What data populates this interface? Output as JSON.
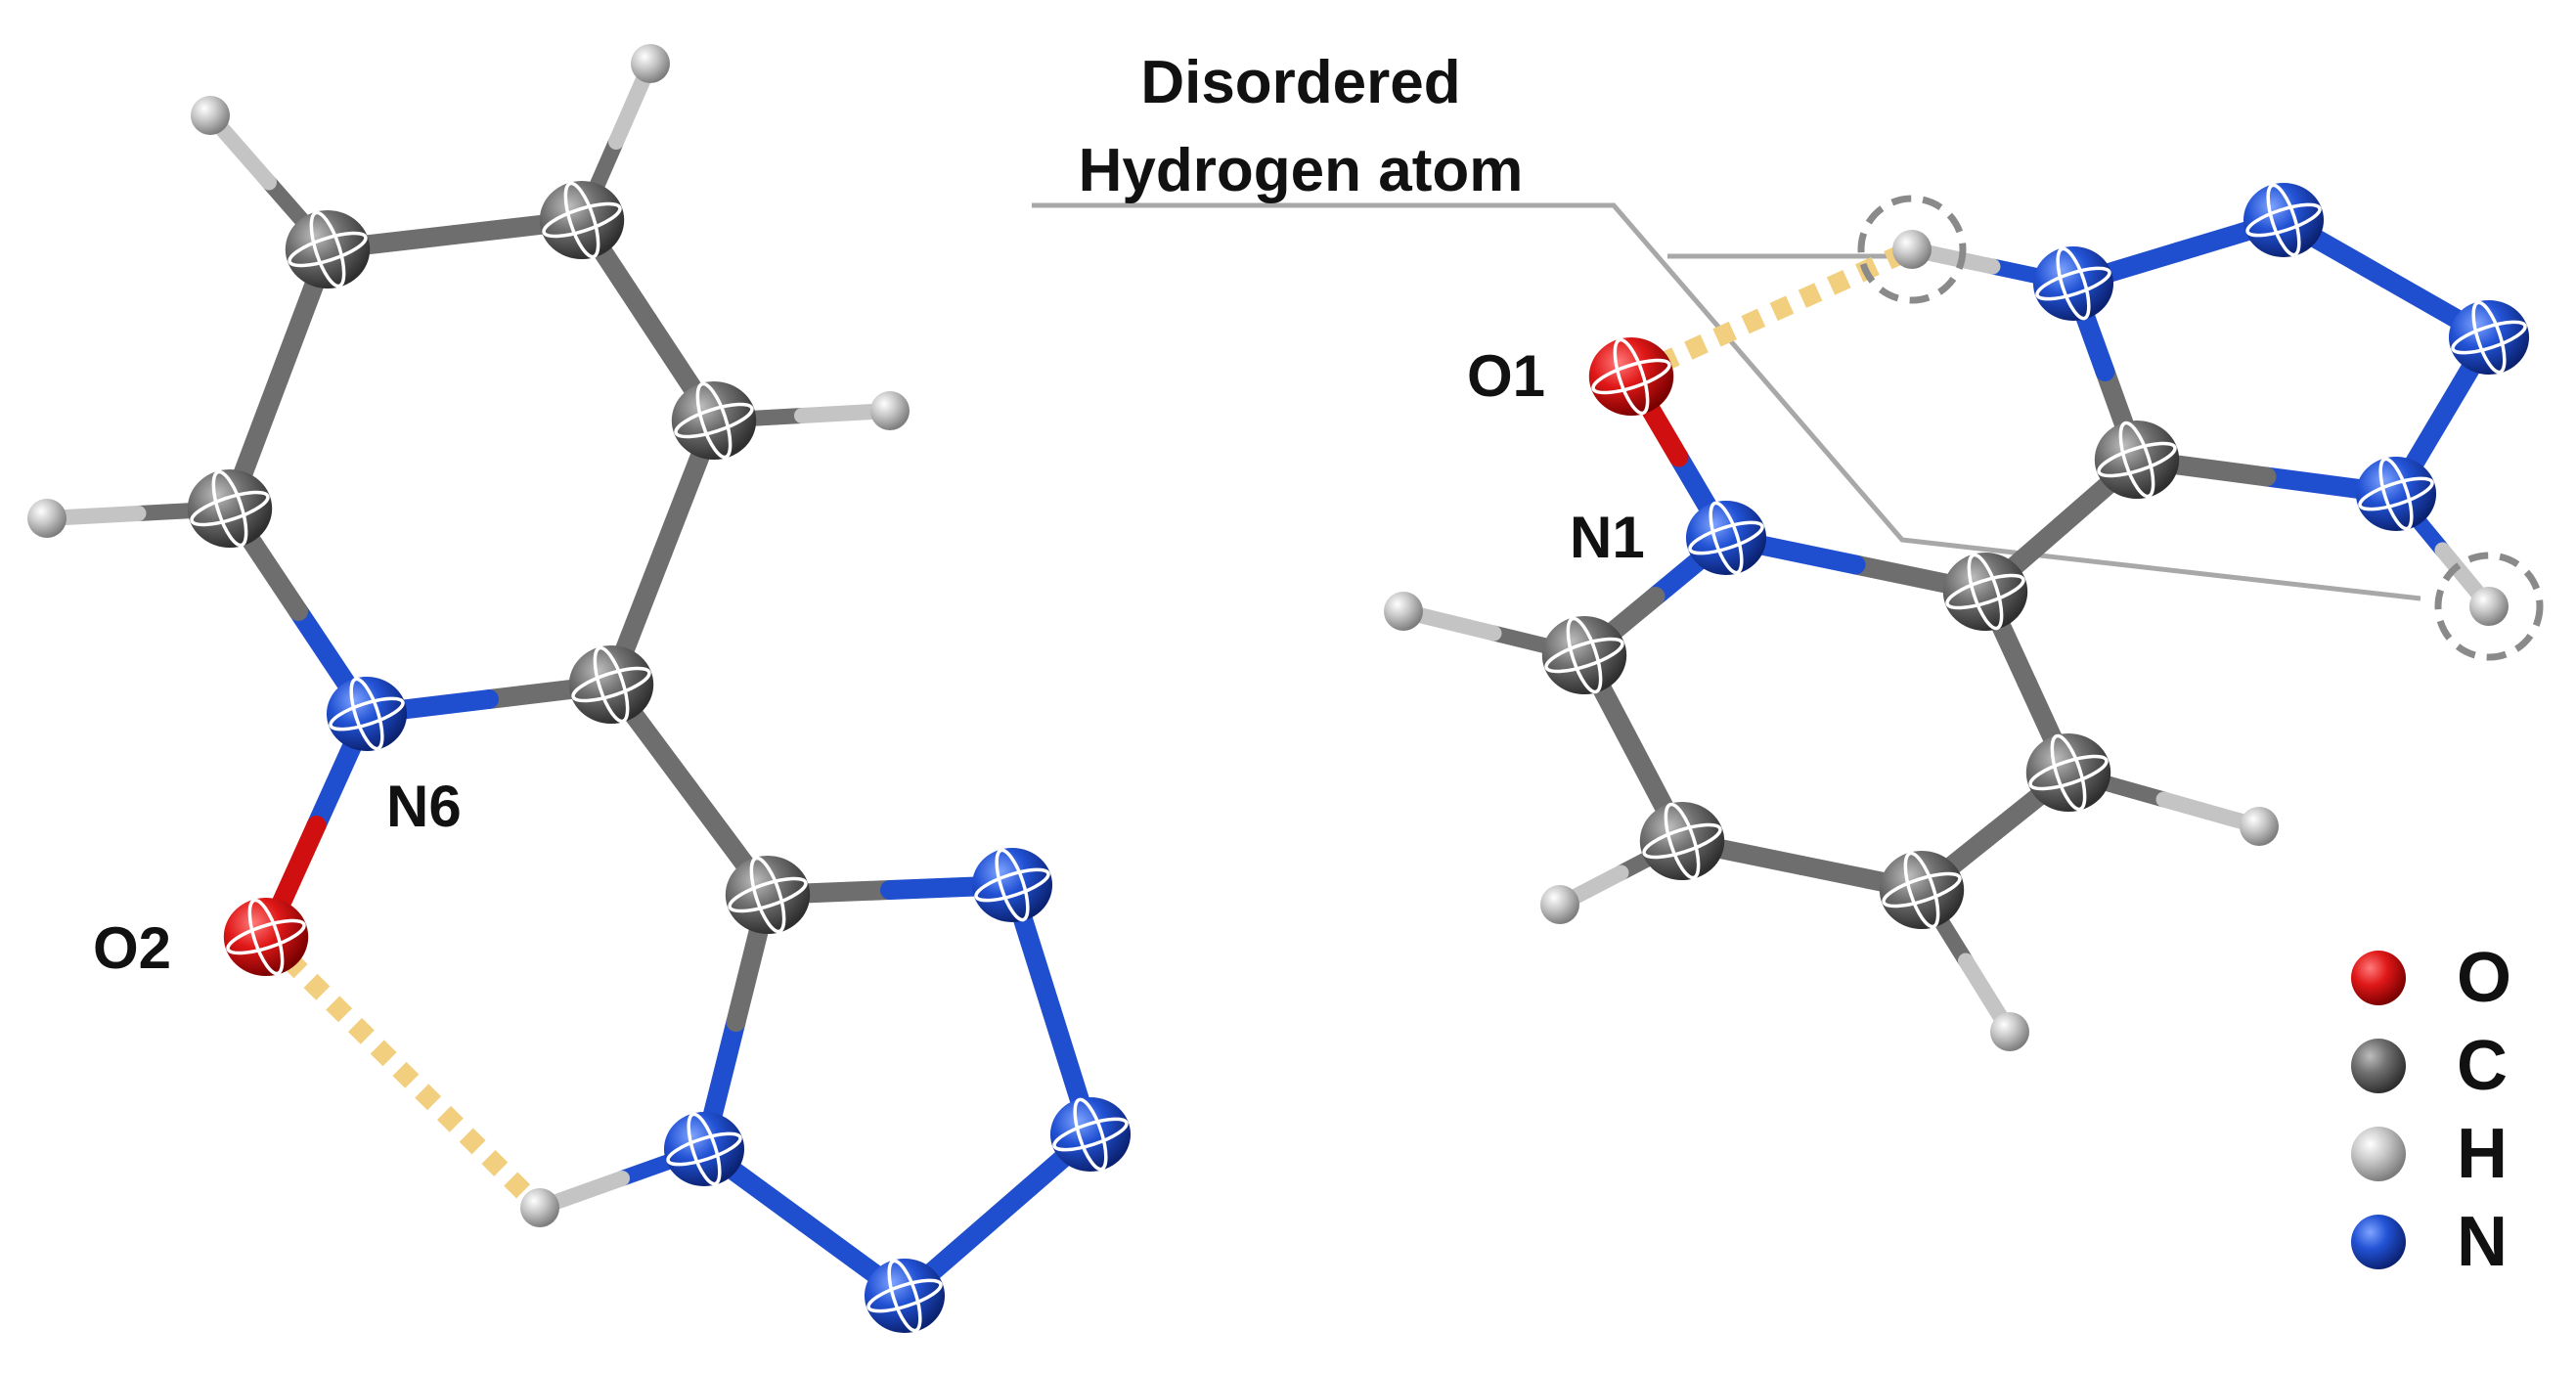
{
  "annotation": {
    "line1": "Disordered",
    "line2": "Hydrogen atom"
  },
  "atom_labels": {
    "n6": "N6",
    "o2": "O2",
    "o1": "O1",
    "n1": "N1"
  },
  "legend": [
    {
      "symbol": "O",
      "element": "oxygen",
      "color": "#d01010"
    },
    {
      "symbol": "C",
      "element": "carbon",
      "color": "#6e6e6e"
    },
    {
      "symbol": "H",
      "element": "hydrogen",
      "color": "#c4c4c4"
    },
    {
      "symbol": "N",
      "element": "nitrogen",
      "color": "#1f4fcf"
    }
  ],
  "colors": {
    "oxygen": "#d01010",
    "carbon": "#6e6e6e",
    "hydrogen": "#c4c4c4",
    "nitrogen": "#1f4fcf",
    "hydrogen_bond": "#f1cf7e",
    "annotation_line": "#a8a8a8"
  }
}
